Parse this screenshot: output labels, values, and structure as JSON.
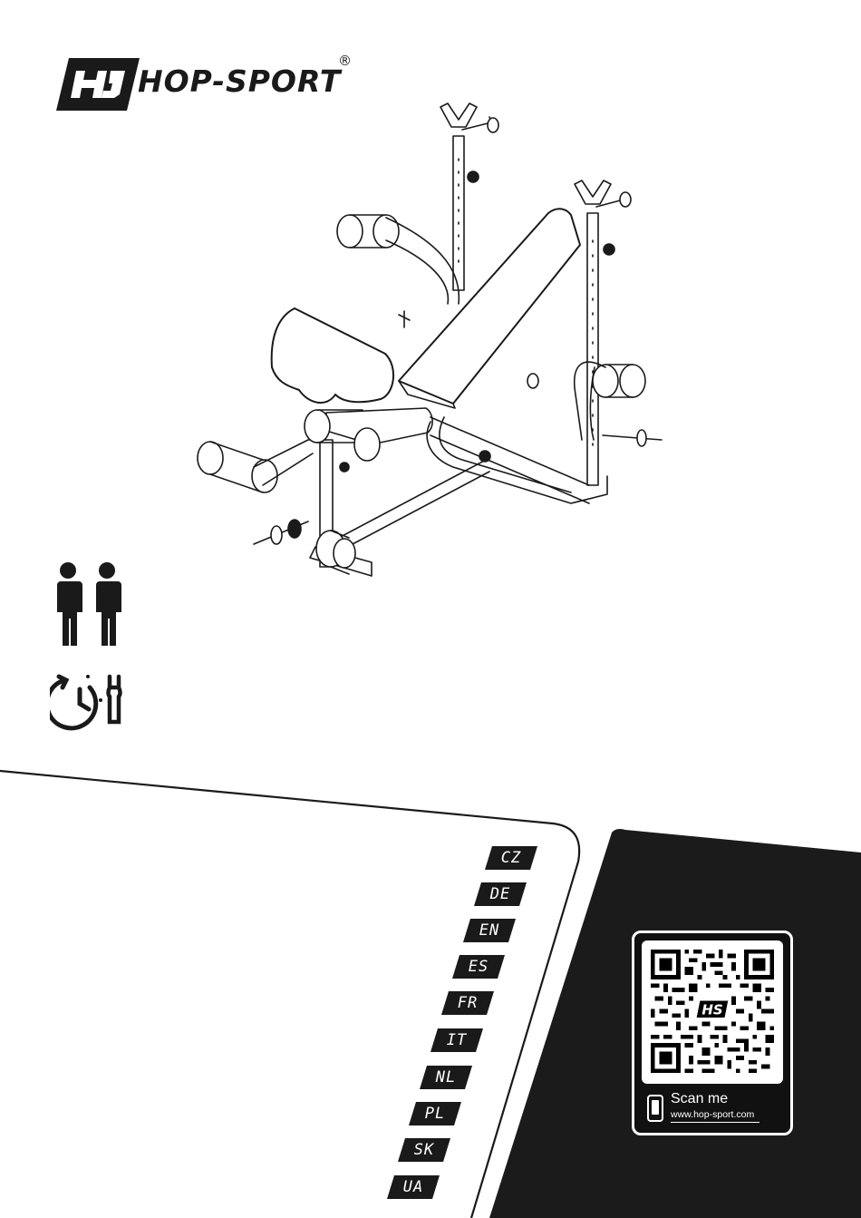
{
  "brand": {
    "name": "HOP-SPORT",
    "registered_mark": "®",
    "badge_text": "HS"
  },
  "illustration": {
    "subject": "weight bench"
  },
  "icons": {
    "people": "two-people-icon",
    "assembly_time": "clock-wrench-icon",
    "phone": "smartphone-icon"
  },
  "languages": [
    "CZ",
    "DE",
    "EN",
    "ES",
    "FR",
    "IT",
    "NL",
    "PL",
    "SK",
    "UA"
  ],
  "qr": {
    "scan_label": "Scan me",
    "url": "www.hop-sport.com",
    "badge_text": "HS"
  },
  "colors": {
    "black": "#1a1a1a",
    "dark_panel": "#1b1b1b",
    "white": "#ffffff"
  }
}
